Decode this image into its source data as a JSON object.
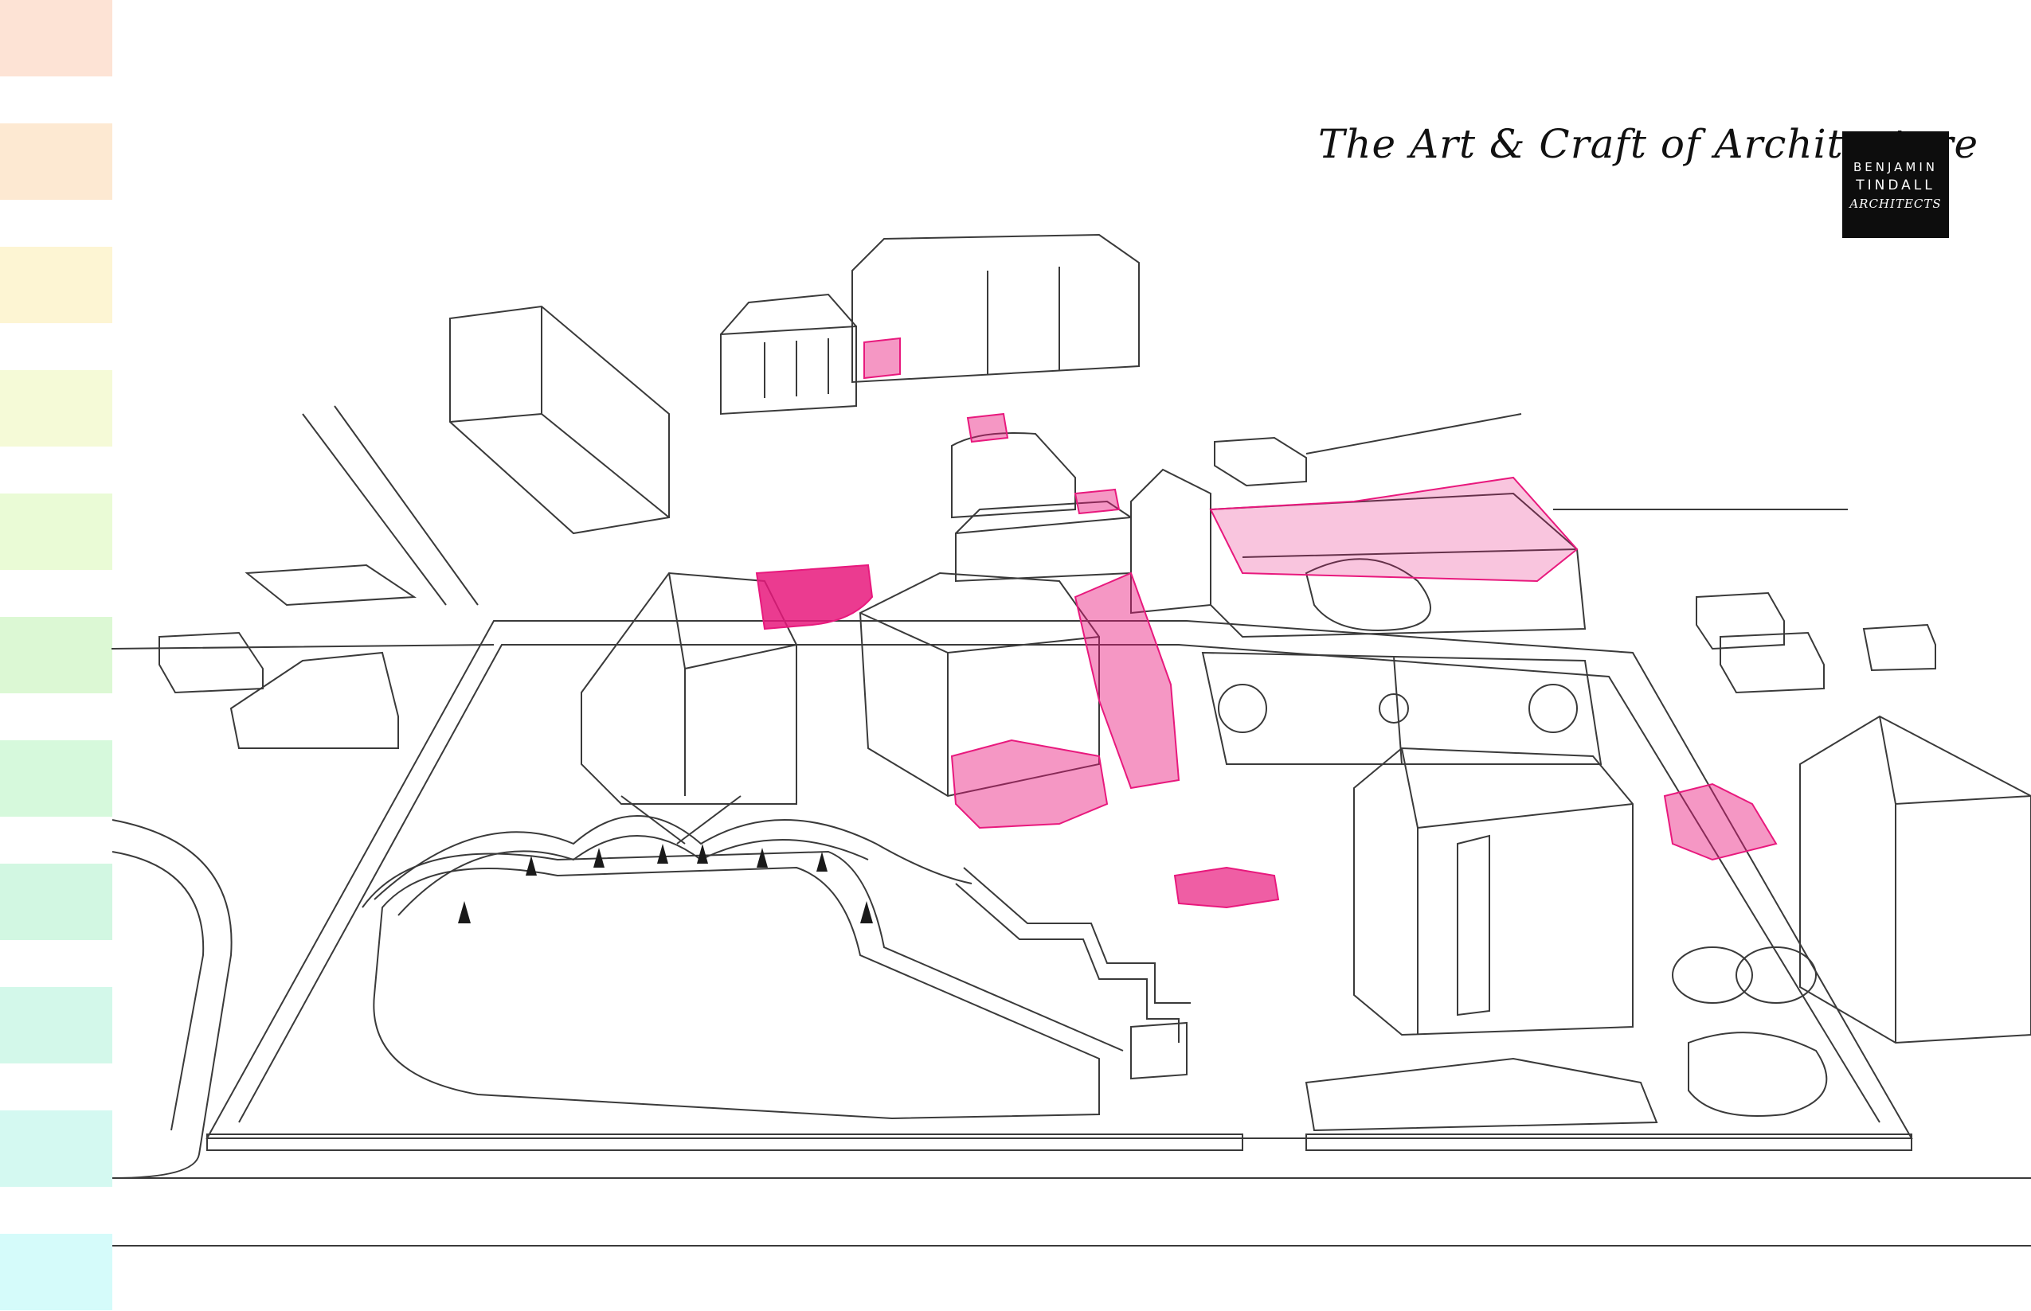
{
  "header": {
    "tagline": "The Art & Craft of Architecture"
  },
  "logo": {
    "line1": "BENJAMIN",
    "line2": "TINDALL",
    "line3": "ARCHITECTS"
  },
  "colors": {
    "highlight": "#e8197d",
    "line": "#3a3a3a",
    "swatches": [
      "#fde3d5",
      "#fde9d2",
      "#fdf5d3",
      "#f5fad7",
      "#eafbd6",
      "#dcf8d4",
      "#d6f9dc",
      "#d2f7e2",
      "#d3f8ea",
      "#d4f9f1",
      "#d5fbfa"
    ]
  }
}
